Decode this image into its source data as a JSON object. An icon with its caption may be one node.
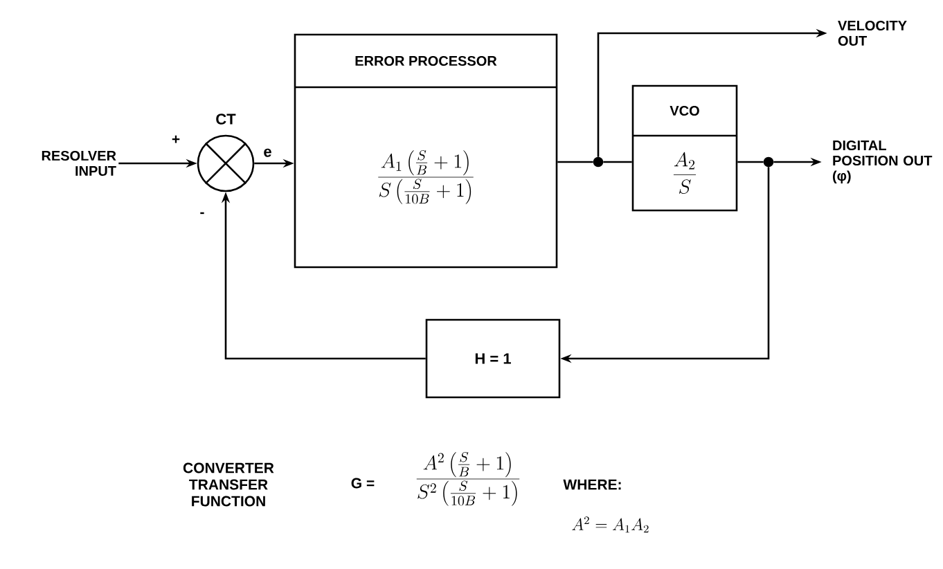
{
  "diagram": {
    "nodes": [
      {
        "text": [
          "RESOLVER INPUT"
        ]
      },
      {
        "text": [],
        "shape": "circle",
        "beside": [
          "CT"
        ]
      },
      {
        "text": [
          "ERROR PROCESSOR",
          "\\frac{A_1\\left(\\frac{S}{B}+1\\right)}{S\\left(\\frac{S}{10B}+1\\right)}"
        ]
      },
      {
        "text": [
          "VCO",
          "\\frac{A_2}{S}"
        ]
      },
      {
        "text": [],
        "shape": "circle"
      },
      {
        "text": [],
        "shape": "circle"
      },
      {
        "text": [
          "VELOCITY OUT"
        ]
      },
      {
        "text": [
          "DIGITAL POSITION OUT (φ)"
        ]
      },
      {
        "text": [
          "H = 1"
        ]
      }
    ],
    "edges": [
      {
        "from": 0,
        "to": 1,
        "arrow": "to"
      },
      {
        "from": 1,
        "to": 2,
        "arrow": "to",
        "label": "e"
      },
      {
        "from": 2,
        "to": 4,
        "arrow": "none"
      },
      {
        "from": 4,
        "to": 3,
        "arrow": "none"
      },
      {
        "from": 4,
        "to": 6,
        "arrow": "to"
      },
      {
        "from": 3,
        "to": 5,
        "arrow": "none"
      },
      {
        "from": 5,
        "to": 7,
        "arrow": "to"
      },
      {
        "from": 5,
        "to": 8,
        "arrow": "to"
      },
      {
        "from": 8,
        "to": 1,
        "arrow": "to"
      }
    ],
    "labels": [
      "+",
      "-",
      "CONVERTER TRANSFER FUNCTION",
      "G =",
      "\\frac{A^2\\left(\\frac{S}{B}+1\\right)}{S^2\\left(\\frac{S}{10B}+1\\right)}",
      "WHERE:",
      "A^2 = A_1A_2"
    ]
  }
}
